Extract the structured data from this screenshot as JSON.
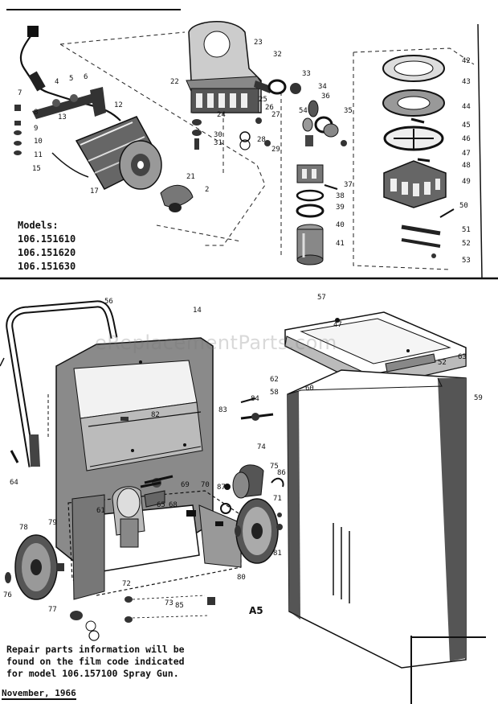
{
  "models": {
    "heading": "Models:",
    "list": [
      "106.151610",
      "106.151620",
      "106.151630"
    ]
  },
  "watermark": "eReplacementParts.com",
  "view_marker": "A5",
  "repair_note": {
    "lines": [
      "Repair parts information will be",
      "found on the film code indicated",
      "for model 106.157100 Spray Gun."
    ]
  },
  "date": "November, 1966",
  "top_callouts": [
    "7",
    "4",
    "5",
    "6",
    "8",
    "9",
    "10",
    "11",
    "12",
    "13",
    "15",
    "17",
    "2",
    "21",
    "22",
    "23",
    "24",
    "25",
    "26",
    "27",
    "28",
    "29",
    "30",
    "31",
    "32",
    "33",
    "34",
    "35",
    "36",
    "37",
    "38",
    "39",
    "40",
    "41",
    "42",
    "43",
    "44",
    "45",
    "46",
    "47",
    "48",
    "49",
    "50",
    "51",
    "52",
    "53",
    "54"
  ],
  "bottom_callouts": [
    "56",
    "14",
    "57",
    "47",
    "63",
    "52",
    "60",
    "59",
    "62",
    "58",
    "64",
    "61",
    "65",
    "68",
    "69",
    "70",
    "71",
    "72",
    "73",
    "74",
    "75",
    "76",
    "77",
    "78",
    "79",
    "80",
    "81",
    "82",
    "83",
    "84",
    "85",
    "86",
    "87"
  ]
}
